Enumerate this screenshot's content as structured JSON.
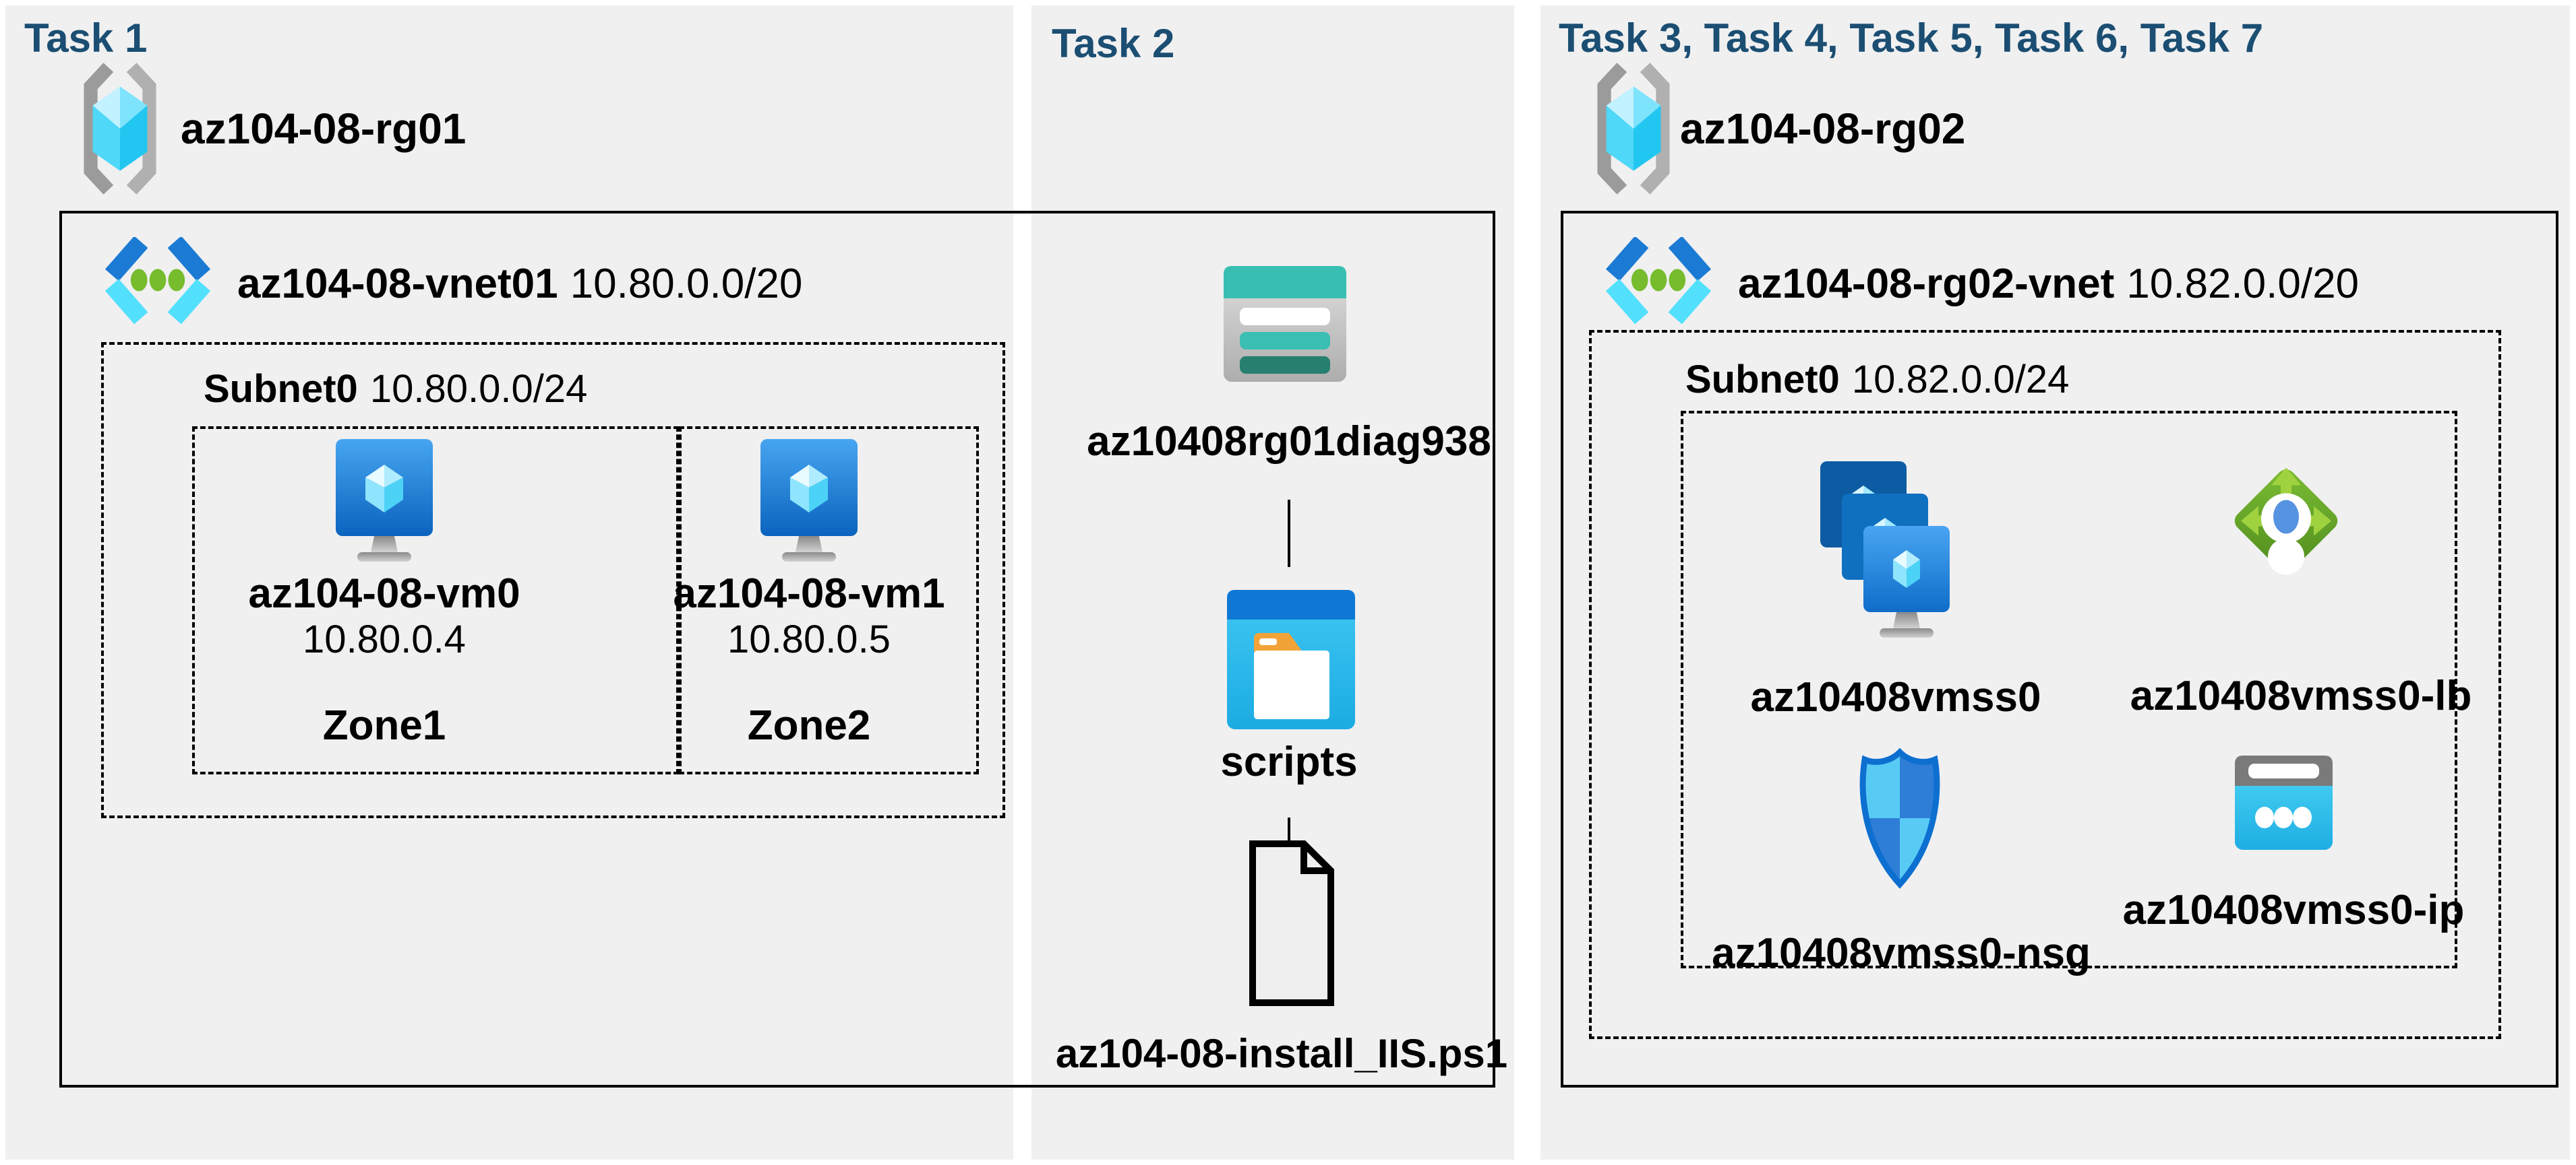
{
  "colors": {
    "background": "#ffffff",
    "panel": "#f0f0f1",
    "header_text": "#1b4e72",
    "line": "#000000",
    "azure_blue": "#0f78d4",
    "cube_cyan": "#2fc9f2",
    "vnet_green": "#76bc2d",
    "lb_green": "#6fb02c",
    "storage_teal": "#38bfb2",
    "storage_teal_dark": "#27806f",
    "ip_cyan": "#35c8ea"
  },
  "task1": {
    "header": "Task 1",
    "resource_group": "az104-08-rg01",
    "vnet": {
      "name": "az104-08-vnet01",
      "cidr": "10.80.0.0/20"
    },
    "subnet": {
      "name": "Subnet0",
      "cidr": "10.80.0.0/24"
    },
    "vms": [
      {
        "name": "az104-08-vm0",
        "ip": "10.80.0.4",
        "zone": "Zone1"
      },
      {
        "name": "az104-08-vm1",
        "ip": "10.80.0.5",
        "zone": "Zone2"
      }
    ]
  },
  "task2": {
    "header": "Task 2",
    "storage_account": "az10408rg01diag938",
    "container": "scripts",
    "script_file": "az104-08-install_IIS.ps1"
  },
  "task3": {
    "header": "Task 3, Task 4, Task 5, Task 6, Task 7",
    "resource_group": "az104-08-rg02",
    "vnet": {
      "name": "az104-08-rg02-vnet",
      "cidr": "10.82.0.0/20"
    },
    "subnet": {
      "name": "Subnet0",
      "cidr": "10.82.0.0/24"
    },
    "resources": [
      {
        "name": "az10408vmss0",
        "type": "vm-scale-set"
      },
      {
        "name": "az10408vmss0-lb",
        "type": "load-balancer"
      },
      {
        "name": "az10408vmss0-nsg",
        "type": "network-security-group"
      },
      {
        "name": "az10408vmss0-ip",
        "type": "public-ip"
      }
    ]
  }
}
